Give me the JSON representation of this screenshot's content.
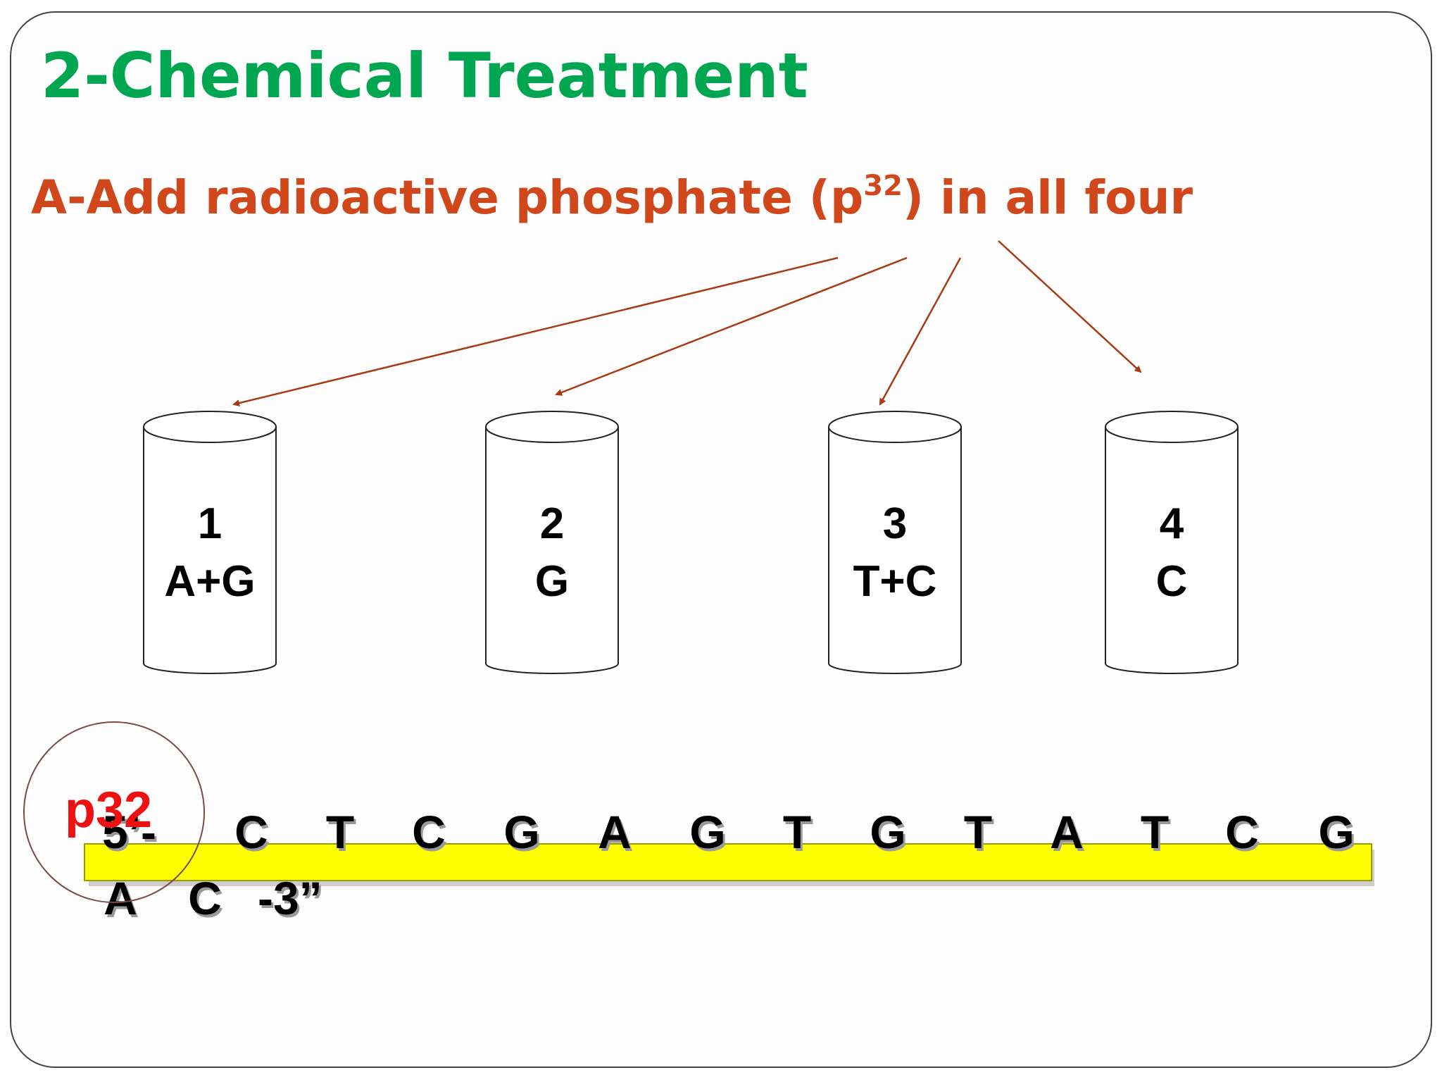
{
  "slide": {
    "title": "2-Chemical Treatment",
    "subtitle_main": "A-Add radioactive phosphate (p",
    "subtitle_sup": "32",
    "subtitle_end": ") in all four"
  },
  "tubes": [
    {
      "number": "1",
      "label": "A+G"
    },
    {
      "number": "2",
      "label": "G"
    },
    {
      "number": "3",
      "label": "T+C"
    },
    {
      "number": "4",
      "label": "C"
    }
  ],
  "strand": {
    "five_prime": "5’-",
    "bases_line1": [
      "C",
      "T",
      "C",
      "G",
      "A",
      "G",
      "T",
      "G",
      "T",
      "A",
      "T",
      "C",
      "G"
    ],
    "bases_line2": [
      "A",
      "C"
    ],
    "three_prime": "-3”",
    "label_marker": "p32"
  },
  "colors": {
    "title": "#00a650",
    "subtitle": "#d0471c",
    "arrow": "#a83a14",
    "strand_fill": "#ffff00",
    "label_marker": "#ee1111"
  }
}
